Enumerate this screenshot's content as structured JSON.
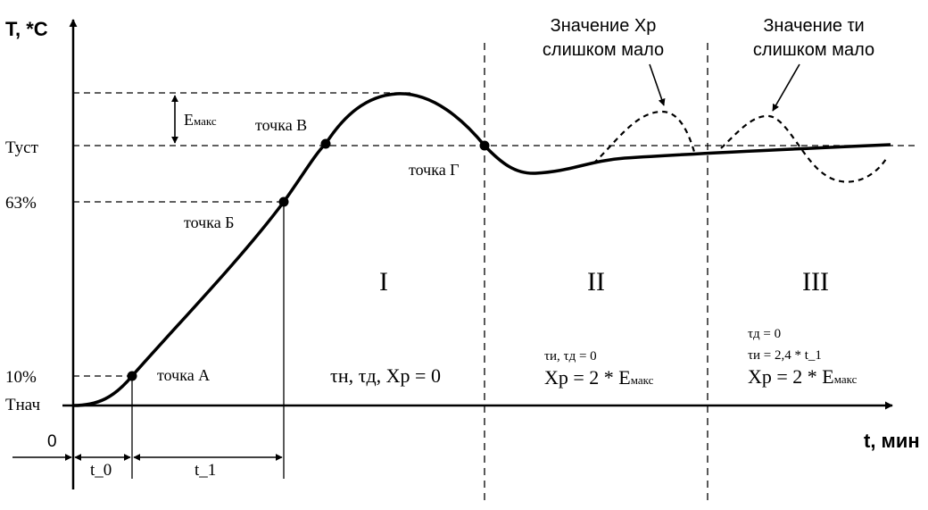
{
  "axes": {
    "y_label": "T, *C",
    "x_label": "t, мин"
  },
  "levels": {
    "t_set": "Туст",
    "p63": "63%",
    "p10": "10%",
    "t_start": "Тнач"
  },
  "points": {
    "a": "точка А",
    "b": "точка Б",
    "v": "точка В",
    "g": "точка Г"
  },
  "overshoot": {
    "e_main": "E",
    "e_sub": "макс"
  },
  "time_marks": {
    "zero": "0",
    "t0": "t_0",
    "t1": "t_1"
  },
  "zones": {
    "z1": {
      "label": "I",
      "params": "τн, τд, Xр = 0"
    },
    "z2": {
      "label": "II",
      "param_line1": "τи, τд = 0",
      "param_line2_main": "Xр = 2 * E",
      "param_line2_sub": "макс"
    },
    "z3": {
      "label": "III",
      "param_line1": "τд = 0",
      "param_line2": "τи = 2,4 * t_1",
      "param_line3_main": "Xр = 2 * E",
      "param_line3_sub": "макс"
    }
  },
  "annotations": {
    "xp_small_line1": "Значение Xр",
    "xp_small_line2": "слишком мало",
    "ti_small_line1": "Значение τи",
    "ti_small_line2": "слишком мало"
  },
  "colors": {
    "ink": "#000000",
    "background": "#ffffff"
  }
}
